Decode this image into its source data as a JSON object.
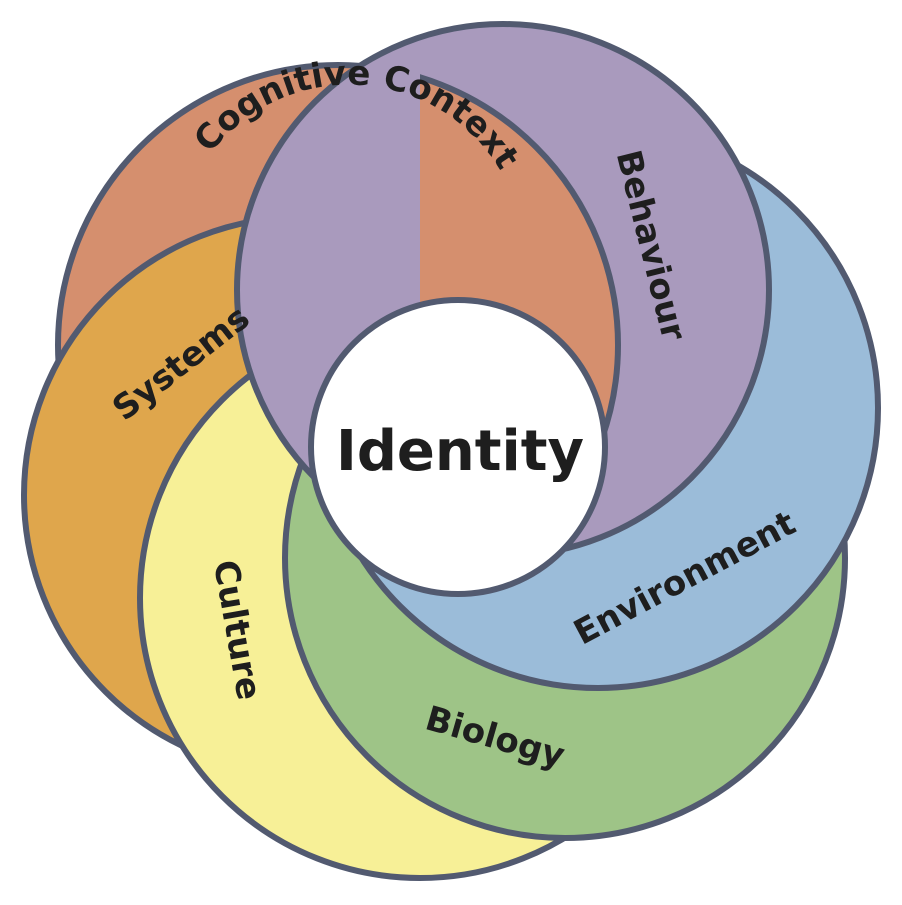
{
  "center": {
    "label": "Identity",
    "color": "#ffffff"
  },
  "segments": [
    {
      "id": "cognitive",
      "label": "Cognitive Context",
      "color": "#d58f6e"
    },
    {
      "id": "behaviour",
      "label": "Behaviour",
      "color": "#a99abd"
    },
    {
      "id": "environment",
      "label": "Environment",
      "color": "#9bbcd9"
    },
    {
      "id": "biology",
      "label": "Biology",
      "color": "#9ec487"
    },
    {
      "id": "culture",
      "label": "Culture",
      "color": "#f7f097"
    },
    {
      "id": "systems",
      "label": "Systems",
      "color": "#dfa64c"
    }
  ],
  "outline_color": "#525a70"
}
